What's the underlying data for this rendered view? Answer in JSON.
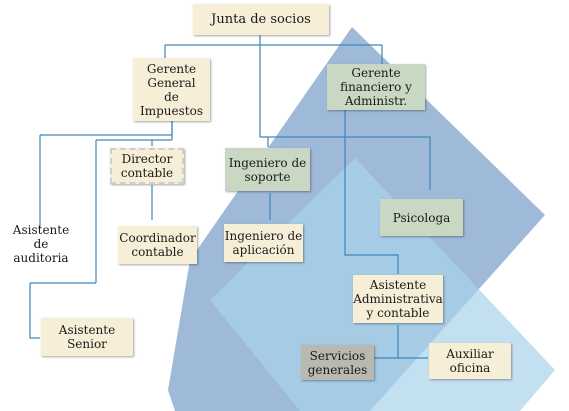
{
  "colors": {
    "line": "#3d86b8",
    "shape_dark": "#7fa3cc",
    "shape_light": "#a9d3ea",
    "box_beige": "#f6eed7",
    "box_green": "#c9d8c2",
    "box_grey": "#b9b9b1"
  },
  "nodes": {
    "junta": "Junta de socios",
    "gerente_general": "Gerente\nGeneral\nde\nImpuestos",
    "gerente_financiero": "Gerente\nfinanciero y\nAdministr.",
    "director_contable": "Director\ncontable",
    "ingeniero_soporte": "Ingeniero de\nsoporte",
    "asistente_auditoria": "Asistente de\nauditoria",
    "coordinador_contable": "Coordinador\ncontable",
    "ingeniero_aplicacion": "Ingeniero de\naplicación",
    "psicologa": "Psicologa",
    "asistente_admin": "Asistente\nAdministrativa\ny contable",
    "asistente_senior": "Asistente\nSenior",
    "servicios_generales": "Servicios\ngenerales",
    "auxiliar_oficina": "Auxiliar\noficina"
  }
}
